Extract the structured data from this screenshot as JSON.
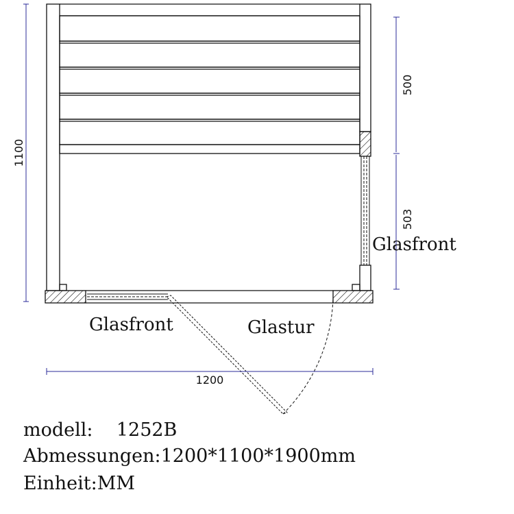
{
  "colors": {
    "line": "#111111",
    "dimension": "#2b2b9a",
    "hatch": "#111111",
    "background": "#ffffff"
  },
  "dimensions": {
    "overall_depth": "1100",
    "overall_width": "1200",
    "rear_segment": "500",
    "front_segment": "503"
  },
  "labels": {
    "glass_front_side": "Glasfront",
    "glass_front_bottom": "Glasfront",
    "glass_door": "Glastur"
  },
  "specs": {
    "model_label": "modell:",
    "model_value": "1252B",
    "dimensions_label": "Abmessungen:",
    "dimensions_value": "1200*1100*1900mm",
    "unit_label": "Einheit:",
    "unit_value": "MM"
  }
}
